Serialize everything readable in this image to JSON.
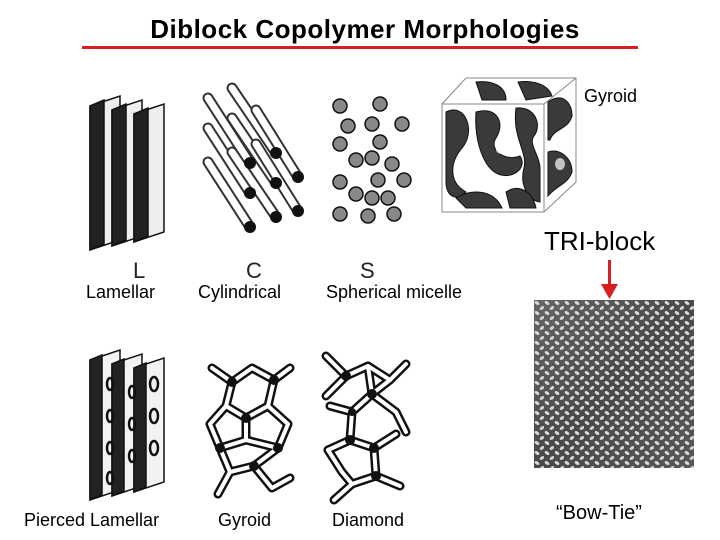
{
  "title": "Diblock Copolymer Morphologies",
  "accent_color": "#d81e1e",
  "top_row": {
    "items": [
      {
        "letter": "L",
        "label": "Lamellar"
      },
      {
        "letter": "C",
        "label": "Cylindrical"
      },
      {
        "letter": "S",
        "label": "Spherical micelle"
      }
    ],
    "cube_label": "Gyroid"
  },
  "bottom_row": {
    "items": [
      {
        "label": "Pierced Lamellar"
      },
      {
        "label": "Gyroid"
      },
      {
        "label": "Diamond"
      }
    ]
  },
  "tri_block": {
    "heading": "TRI-block",
    "caption": "“Bow-Tie”"
  }
}
